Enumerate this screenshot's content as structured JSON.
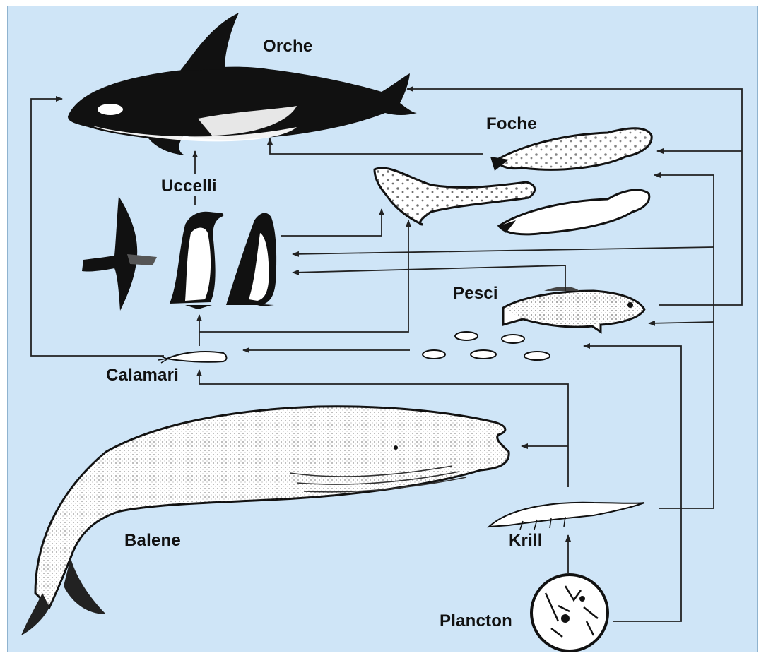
{
  "labels": {
    "orche": "Orche",
    "foche": "Foche",
    "uccelli": "Uccelli",
    "pesci": "Pesci",
    "calamari": "Calamari",
    "balene": "Balene",
    "krill": "Krill",
    "plancton": "Plancton"
  },
  "colors": {
    "background": "#cfe5f7",
    "ink": "#111111",
    "arrow": "#222222"
  }
}
